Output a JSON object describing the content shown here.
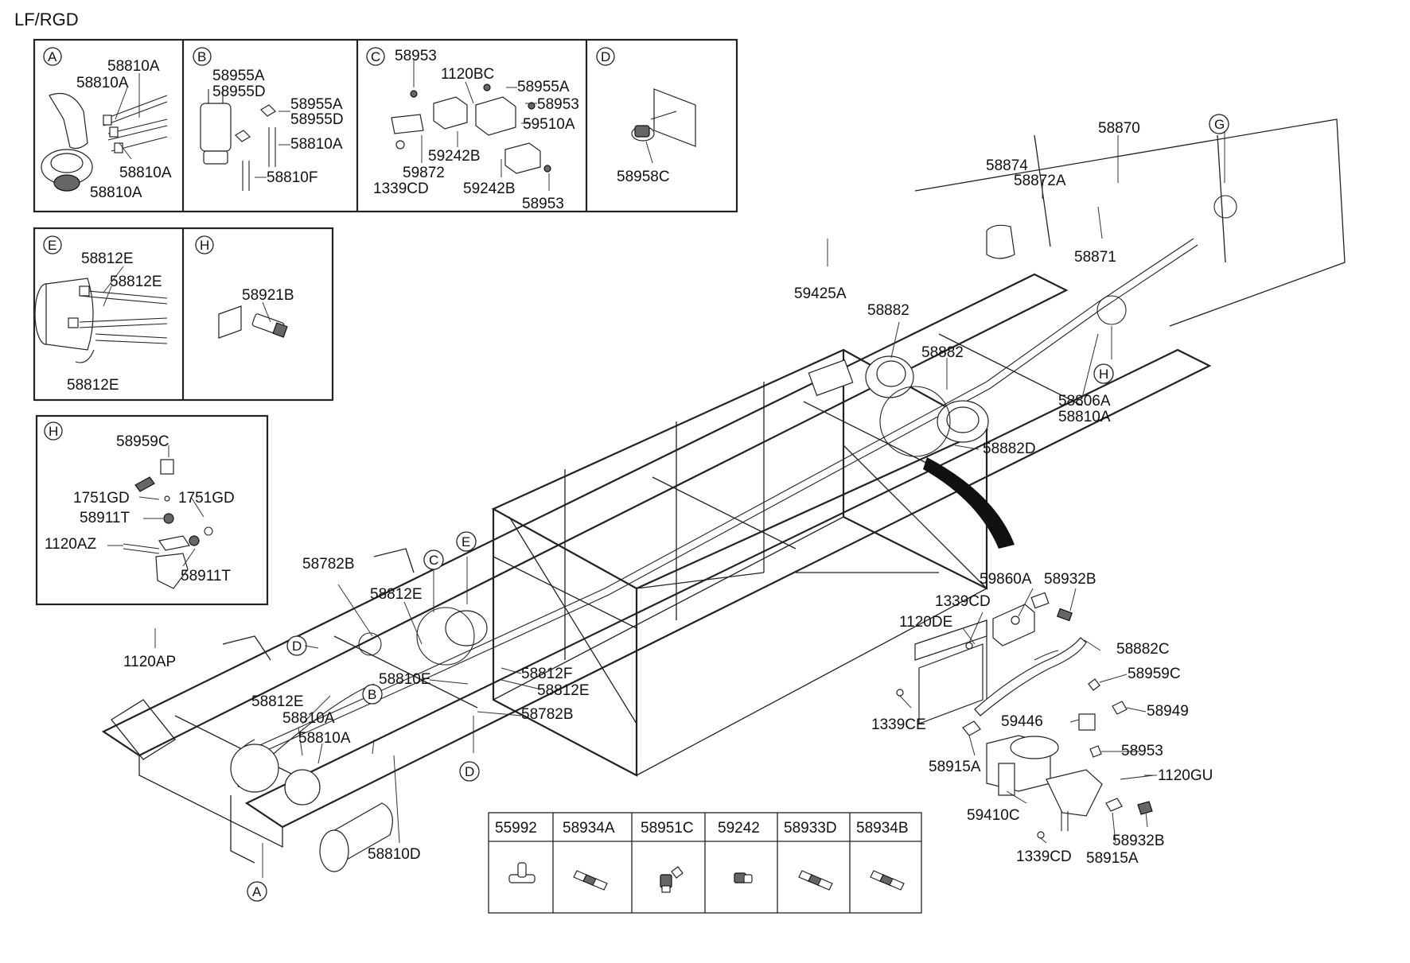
{
  "title": "LF/RGD",
  "colors": {
    "ink": "#222222",
    "background": "#ffffff",
    "accent_dark": "#111111"
  },
  "detail_boxes": [
    {
      "id": "A",
      "labels": [
        "58810A",
        "58810A",
        "58810A",
        "58810A"
      ]
    },
    {
      "id": "B",
      "labels": [
        "58955A",
        "58955D",
        "58955A",
        "58955D",
        "58810A",
        "58810F"
      ]
    },
    {
      "id": "C",
      "labels": [
        "58953",
        "1120BC",
        "58955A",
        "58953",
        "59510A",
        "59242B",
        "59872",
        "1339CD",
        "59242B",
        "58953"
      ]
    },
    {
      "id": "D",
      "labels": [
        "58958C"
      ]
    },
    {
      "id": "E",
      "labels": [
        "58812E",
        "58812E",
        "58812E"
      ]
    },
    {
      "id": "H",
      "labels": [
        "58921B"
      ]
    },
    {
      "id": "H",
      "labels": [
        "58959C",
        "1751GD",
        "1751GD",
        "58911T",
        "1120AZ",
        "58911T"
      ]
    }
  ],
  "main_labels": [
    "1120AP",
    "58782B",
    "58812E",
    "58812E",
    "58810E",
    "58812F",
    "58812E",
    "58782B",
    "58810A",
    "58810A",
    "58810D",
    "59425A",
    "58882",
    "58882",
    "58882D",
    "58870",
    "58874",
    "58872A",
    "58871",
    "58806A",
    "58810A"
  ],
  "main_callouts": [
    "A",
    "B",
    "C",
    "D",
    "D",
    "E",
    "G",
    "H"
  ],
  "right_assembly": {
    "labels": [
      "59860A",
      "58932B",
      "1339CD",
      "1120DE",
      "58882C",
      "1339CE",
      "58959C",
      "58949",
      "59446",
      "58953",
      "58915A",
      "1120GU",
      "59410C",
      "58932B",
      "1339CD",
      "58915A"
    ]
  },
  "parts_table": {
    "headers": [
      "55992",
      "58934A",
      "58951C",
      "59242",
      "58933D",
      "58934B"
    ],
    "icons": [
      "tee-fitting-icon",
      "hose-nipple-icon",
      "elbow-fitting-icon",
      "plug-icon",
      "hose-nipple-icon",
      "hose-nipple-icon"
    ]
  }
}
